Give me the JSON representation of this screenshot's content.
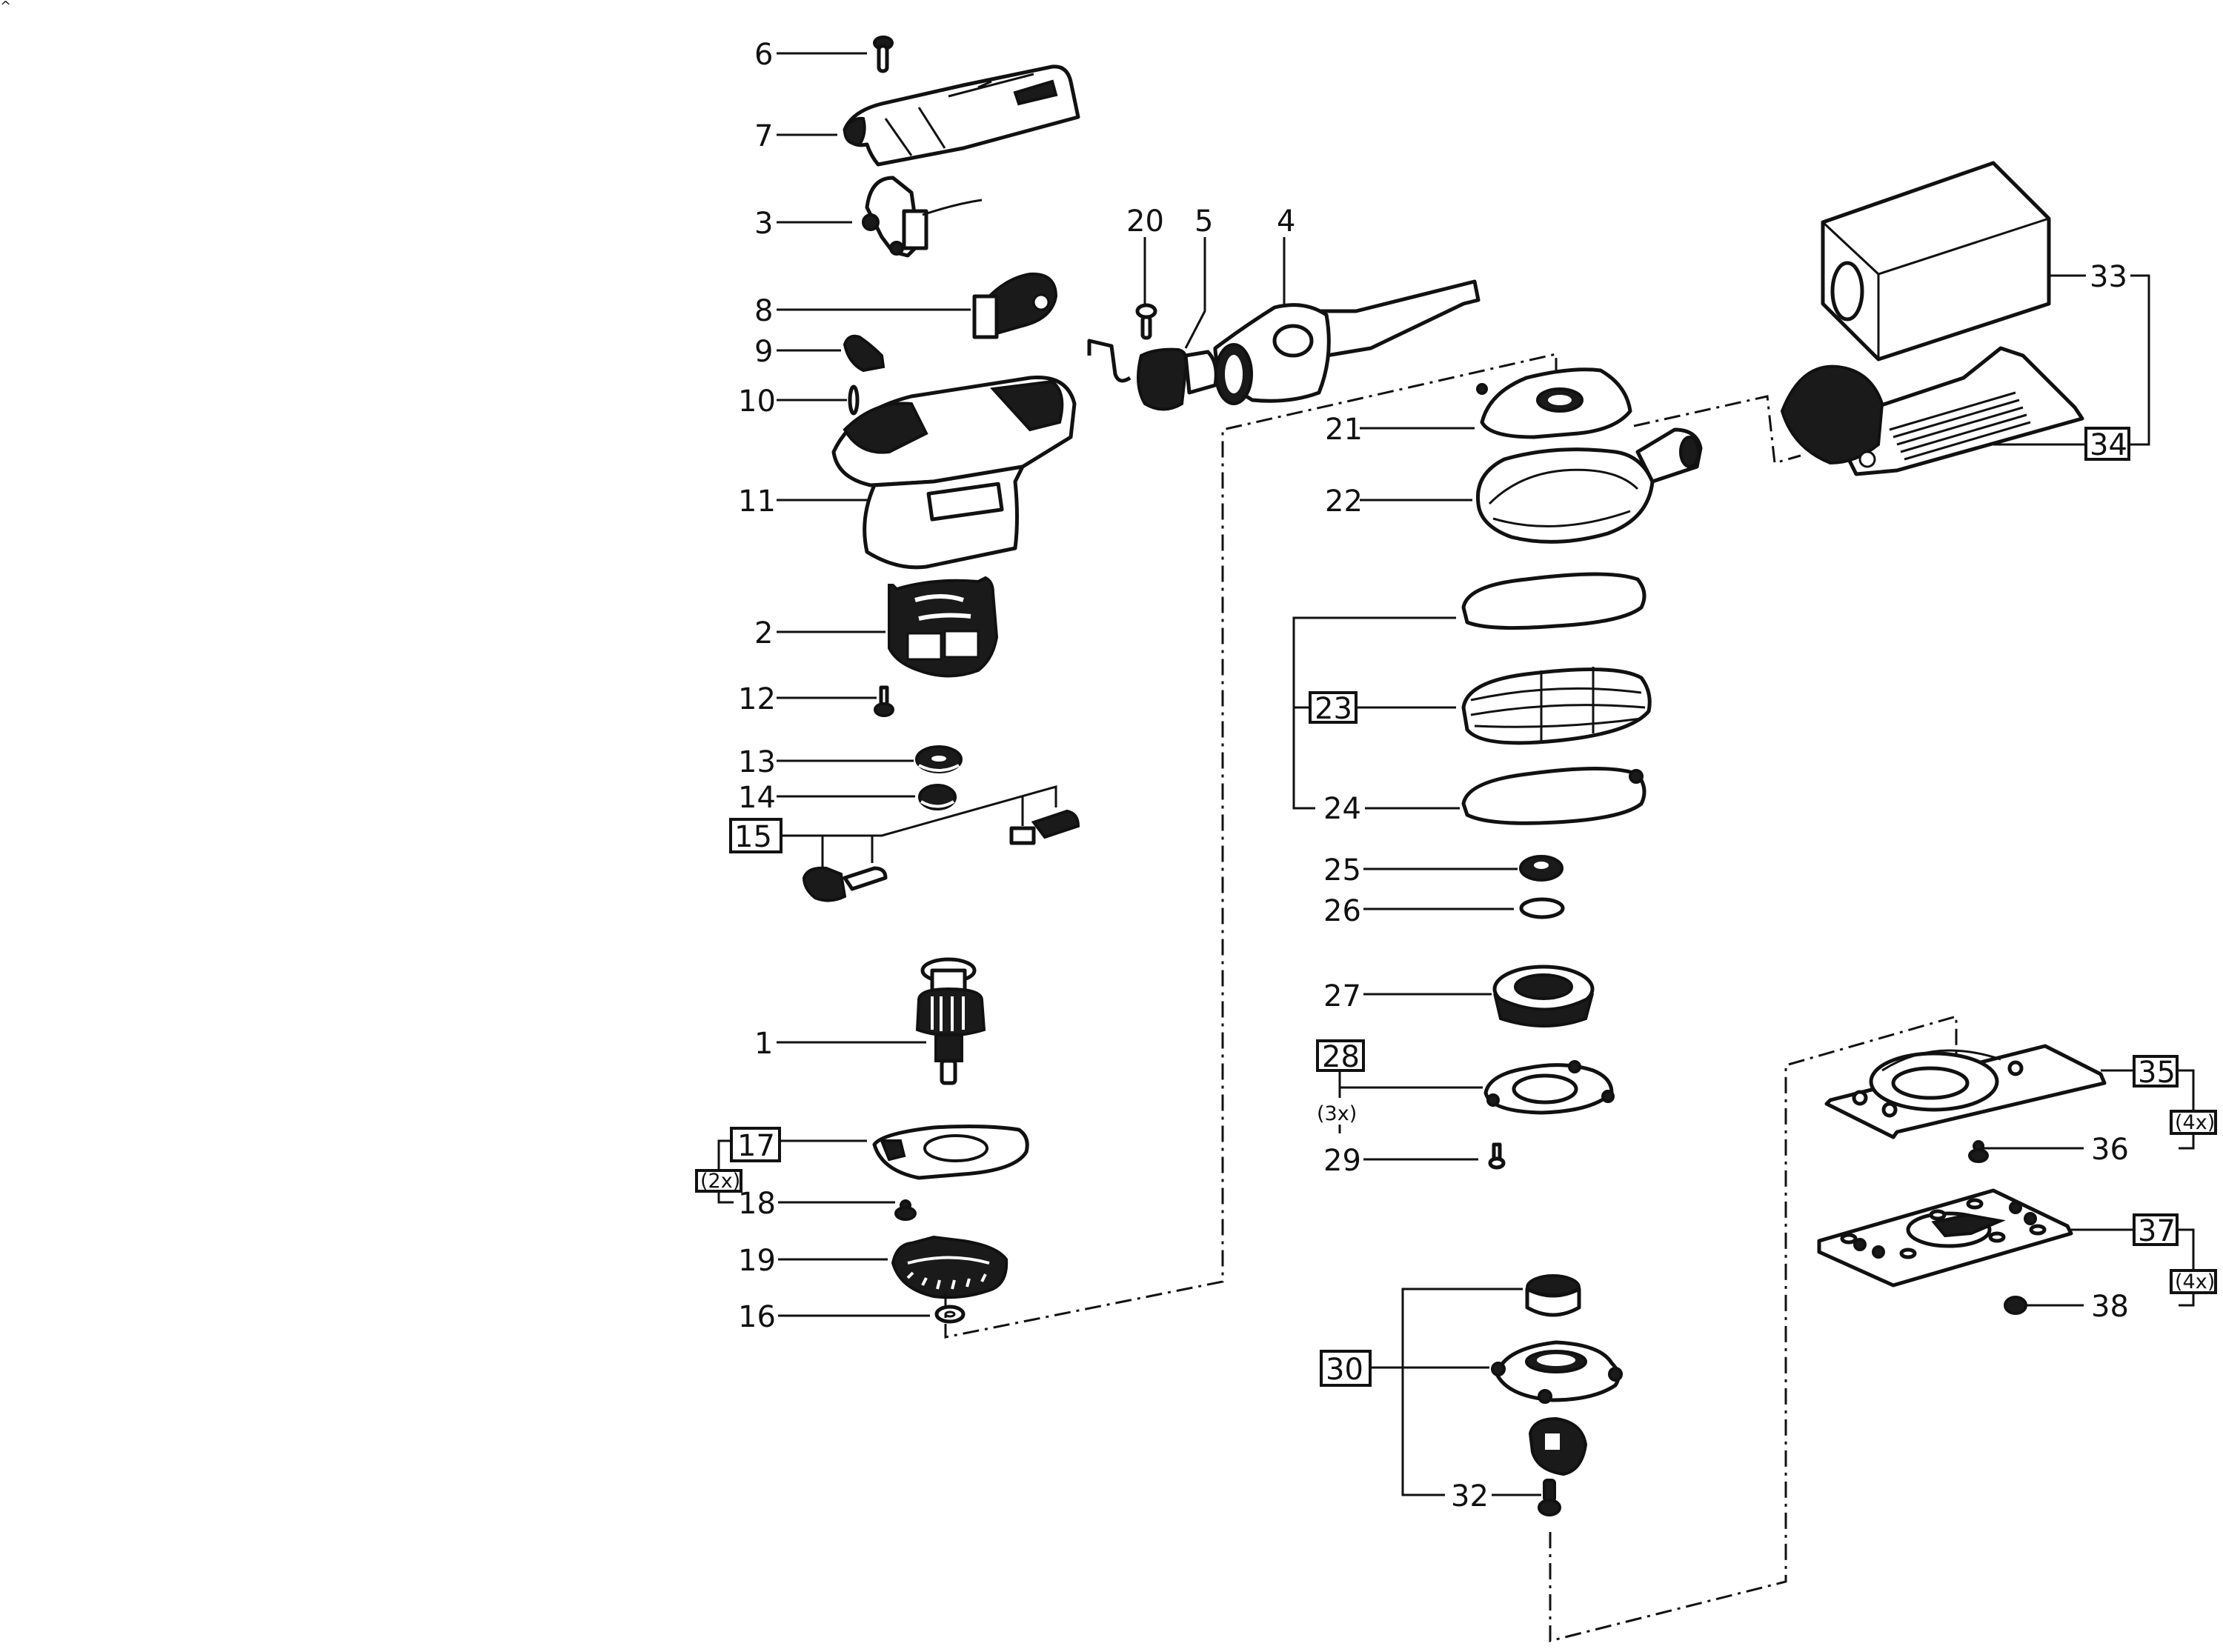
{
  "diagram": {
    "type": "exploded-parts-view",
    "subject": "orbital sander",
    "corner_mark": "^",
    "parts": [
      {
        "id": "6",
        "label": "6",
        "boxed": false
      },
      {
        "id": "7",
        "label": "7",
        "boxed": false
      },
      {
        "id": "3",
        "label": "3",
        "boxed": false
      },
      {
        "id": "8",
        "label": "8",
        "boxed": false
      },
      {
        "id": "9",
        "label": "9",
        "boxed": false
      },
      {
        "id": "10",
        "label": "10",
        "boxed": false
      },
      {
        "id": "11",
        "label": "11",
        "boxed": false
      },
      {
        "id": "2",
        "label": "2",
        "boxed": false
      },
      {
        "id": "12",
        "label": "12",
        "boxed": false
      },
      {
        "id": "13",
        "label": "13",
        "boxed": false
      },
      {
        "id": "14",
        "label": "14",
        "boxed": false
      },
      {
        "id": "15",
        "label": "15",
        "boxed": true
      },
      {
        "id": "1",
        "label": "1",
        "boxed": false
      },
      {
        "id": "17",
        "label": "17",
        "boxed": true
      },
      {
        "id": "18",
        "label": "18",
        "boxed": false
      },
      {
        "id": "19",
        "label": "19",
        "boxed": false
      },
      {
        "id": "16",
        "label": "16",
        "boxed": false
      },
      {
        "id": "20",
        "label": "20",
        "boxed": false
      },
      {
        "id": "5",
        "label": "5",
        "boxed": false
      },
      {
        "id": "4",
        "label": "4",
        "boxed": false
      },
      {
        "id": "21",
        "label": "21",
        "boxed": false
      },
      {
        "id": "22",
        "label": "22",
        "boxed": false
      },
      {
        "id": "23",
        "label": "23",
        "boxed": true
      },
      {
        "id": "24",
        "label": "24",
        "boxed": false
      },
      {
        "id": "25",
        "label": "25",
        "boxed": false
      },
      {
        "id": "26",
        "label": "26",
        "boxed": false
      },
      {
        "id": "27",
        "label": "27",
        "boxed": false
      },
      {
        "id": "28",
        "label": "28",
        "boxed": true
      },
      {
        "id": "29",
        "label": "29",
        "boxed": false
      },
      {
        "id": "30",
        "label": "30",
        "boxed": true
      },
      {
        "id": "32",
        "label": "32",
        "boxed": false
      },
      {
        "id": "33",
        "label": "33",
        "boxed": false
      },
      {
        "id": "34",
        "label": "34",
        "boxed": true
      },
      {
        "id": "35",
        "label": "35",
        "boxed": true
      },
      {
        "id": "36",
        "label": "36",
        "boxed": false
      },
      {
        "id": "37",
        "label": "37",
        "boxed": true
      },
      {
        "id": "38",
        "label": "38",
        "boxed": false
      }
    ],
    "quantities": {
      "q17_18": "(2x)",
      "q28_29": "(3x)",
      "q35_36": "(4x)",
      "q37_38": "(4x)"
    },
    "groups": [
      {
        "kit": "15",
        "members": [
          "brush-holders"
        ]
      },
      {
        "kit": "17",
        "members": [
          "17",
          "18"
        ],
        "qty_label": "(2x)"
      },
      {
        "kit": "23",
        "members": [
          "gasket-upper",
          "23",
          "24"
        ]
      },
      {
        "kit": "28",
        "members": [
          "28",
          "29"
        ],
        "qty_label": "(3x)"
      },
      {
        "kit": "30",
        "members": [
          "bearing",
          "bearing-housing",
          "eccentric",
          "32"
        ]
      },
      {
        "kit": "34",
        "members": [
          "33",
          "34"
        ]
      },
      {
        "kit": "35",
        "members": [
          "35",
          "36"
        ],
        "qty_label": "(4x)"
      },
      {
        "kit": "37",
        "members": [
          "37",
          "38"
        ],
        "qty_label": "(4x)"
      }
    ]
  }
}
